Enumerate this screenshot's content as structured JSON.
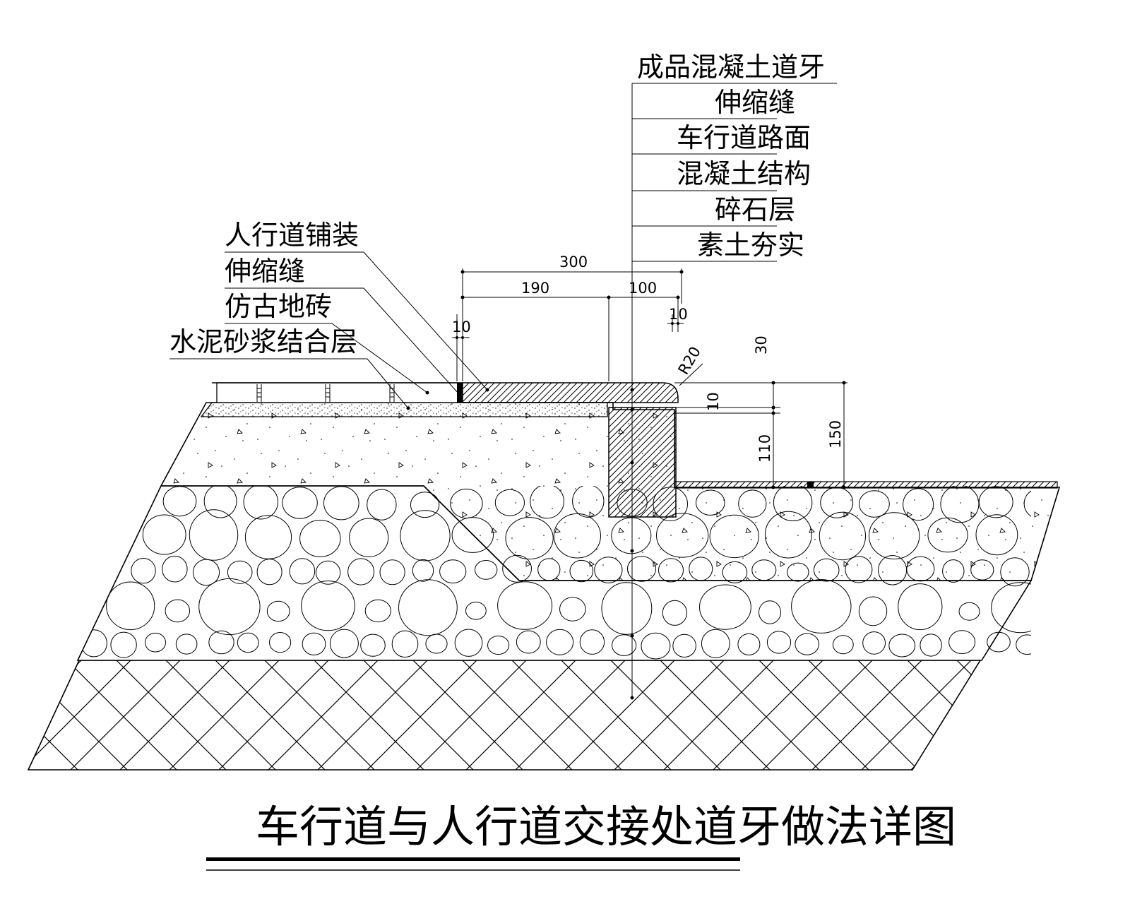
{
  "title": "车行道与人行道交接处道牙做法详图",
  "labels_right": [
    "成品混凝土道牙",
    "伸缩缝",
    "车行道路面",
    "混凝土结构",
    "碎石层",
    "素土夯实"
  ],
  "labels_left": [
    "人行道铺装",
    "伸缩缝",
    "仿古地砖",
    "水泥砂浆结合层"
  ],
  "dimensions": {
    "d300": "300",
    "d190": "190",
    "d100": "100",
    "d10_left": "10",
    "d10_right": "10",
    "d30": "30",
    "r20": "R20",
    "d10_mid": "10",
    "d110": "110",
    "d150": "150"
  }
}
